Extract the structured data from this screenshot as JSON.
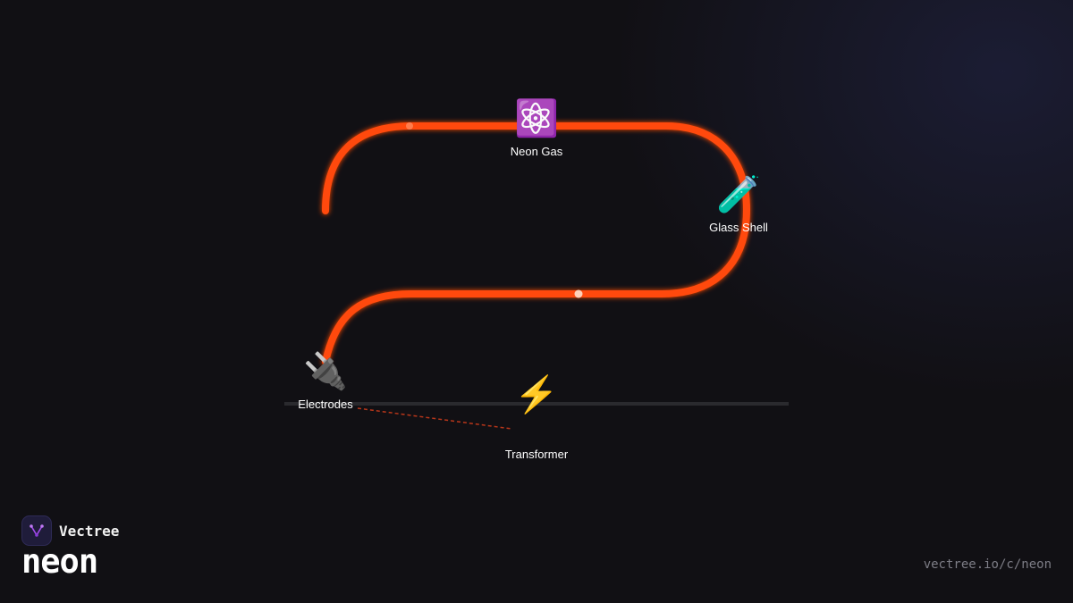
{
  "diagram": {
    "nodes": [
      {
        "id": "neon-gas",
        "label": "Neon Gas",
        "icon": "atom-icon",
        "glyph": "⚛️"
      },
      {
        "id": "glass-shell",
        "label": "Glass Shell",
        "icon": "test-tube-icon",
        "glyph": "🧪"
      },
      {
        "id": "electrodes",
        "label": "Electrodes",
        "icon": "plug-icon",
        "glyph": "🔌"
      },
      {
        "id": "transformer",
        "label": "Transformer",
        "icon": "lightning-icon",
        "glyph": "⚡"
      }
    ],
    "tube_color": "#ff4a0a",
    "wire_color": "#b8361a",
    "rail_color": "#2a2a2e"
  },
  "brand": {
    "name": "Vectree",
    "logo": "vectree-logo-icon"
  },
  "title": "neon",
  "url": "vectree.io/c/neon"
}
